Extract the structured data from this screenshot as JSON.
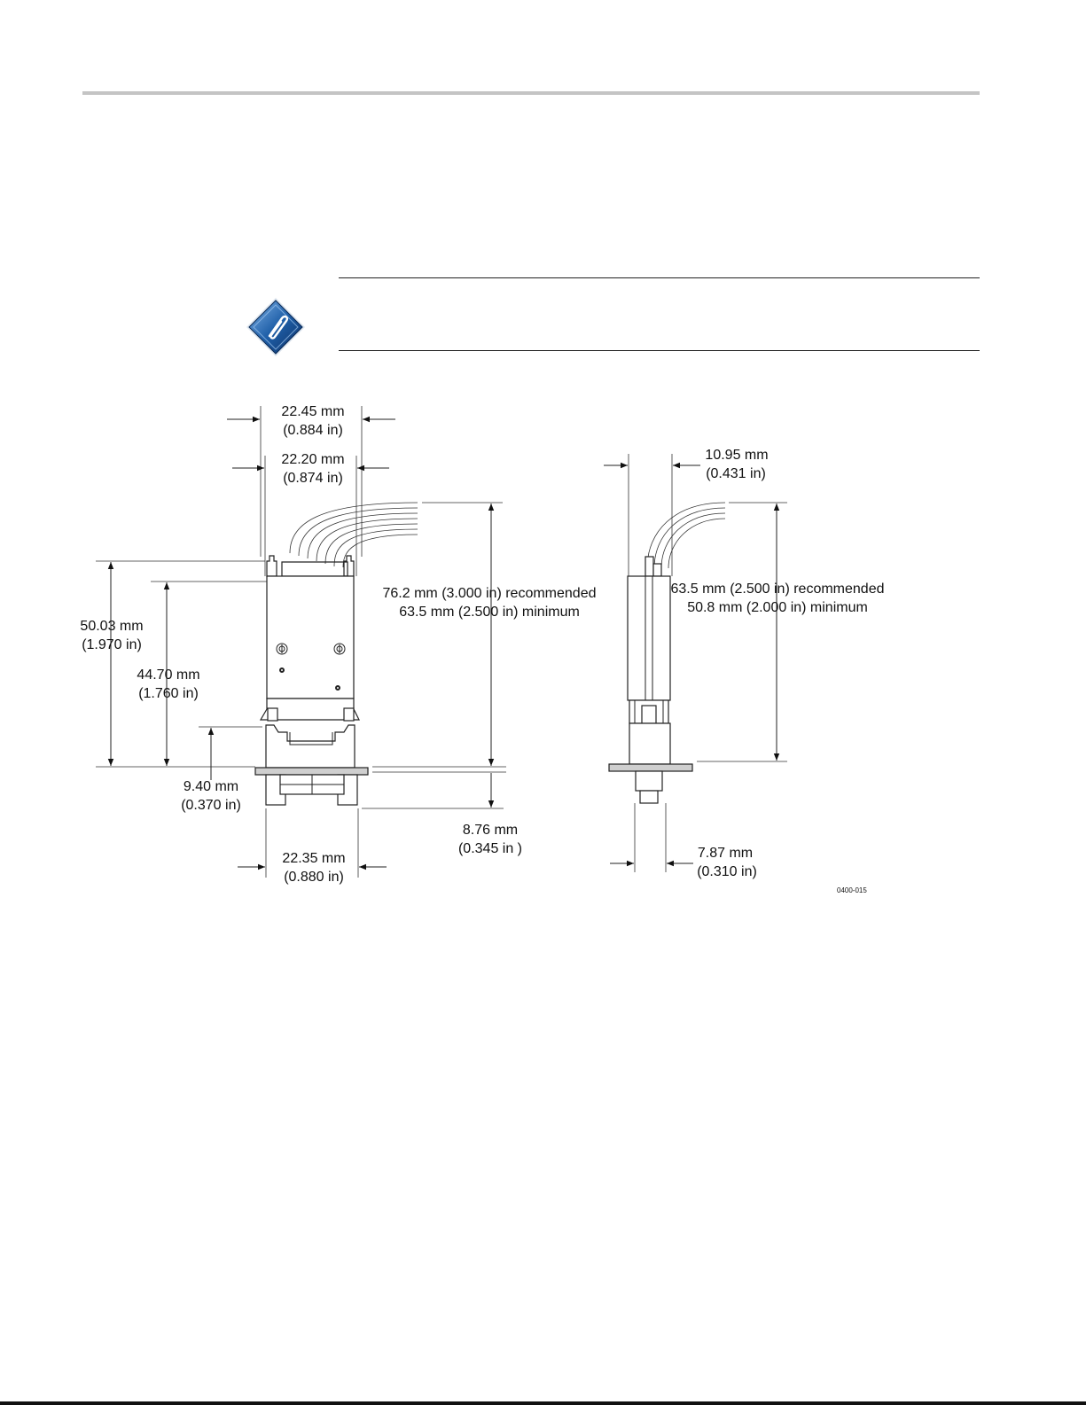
{
  "note": {
    "icon": "note-paperclip-icon"
  },
  "figure": {
    "id": "0400-015",
    "front": {
      "width_top": [
        "22.45 mm",
        "(0.884 in)"
      ],
      "width_inner": [
        "22.20 mm",
        "(0.874 in)"
      ],
      "height_total": [
        "50.03 mm",
        "(1.970 in)"
      ],
      "height_body": [
        "44.70 mm",
        "(1.760 in)"
      ],
      "height_base": [
        "9.40 mm",
        "(0.370 in)"
      ],
      "clearance": [
        "76.2 mm (3.000 in) recommended",
        "63.5 mm (2.500 in) minimum"
      ],
      "depth_below": [
        "8.76 mm",
        "(0.345 in )"
      ],
      "width_bottom": [
        "22.35 mm",
        "(0.880 in)"
      ]
    },
    "side": {
      "width_top": [
        "10.95 mm",
        "(0.431 in)"
      ],
      "clearance": [
        "63.5 mm (2.500 in) recommended",
        "50.8 mm (2.000 in) minimum"
      ],
      "width_bottom": [
        "7.87 mm",
        "(0.310 in)"
      ]
    }
  }
}
